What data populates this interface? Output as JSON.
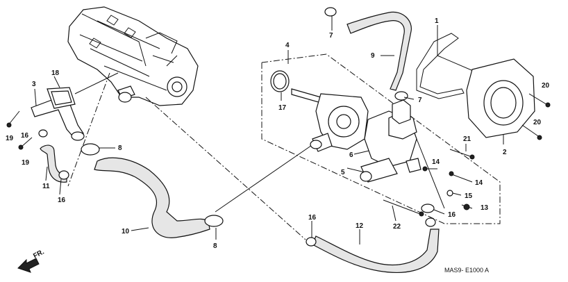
{
  "diagram": {
    "code": "MAS9- E1000 A",
    "direction": "FR.",
    "callouts": [
      "1",
      "2",
      "3",
      "4",
      "5",
      "6",
      "7",
      "7",
      "8",
      "8",
      "9",
      "10",
      "11",
      "12",
      "13",
      "14",
      "14",
      "15",
      "16",
      "16",
      "16",
      "16",
      "17",
      "18",
      "19",
      "19",
      "20",
      "20",
      "21",
      "22"
    ]
  }
}
